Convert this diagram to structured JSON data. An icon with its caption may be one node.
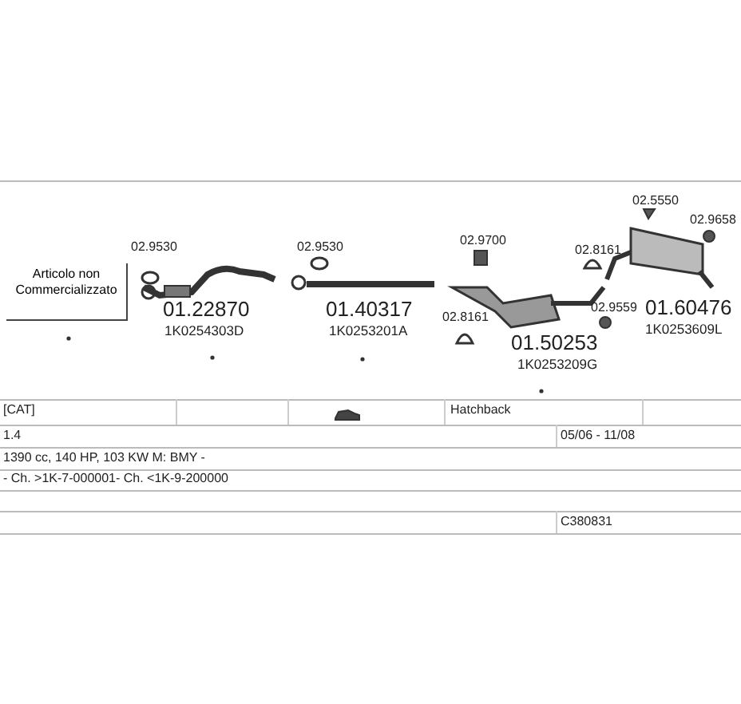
{
  "diagram": {
    "nodes": [
      {
        "text": [
          "Articolo non Commercializzato"
        ]
      }
    ],
    "labels": [
      "02.9530",
      "02.9530",
      "02.5550",
      "02.9658",
      "02.9700",
      "02.8161",
      "02.8161",
      "01.22870",
      "1K0254303D",
      "01.40317",
      "1K0253201A",
      "01.60476",
      "1K0253609L",
      "02.9559",
      "01.50253",
      "1K0253209G",
      "[CAT]",
      "Hatchback",
      "1.4",
      "05/06 - 11/08",
      "1390 cc, 140 HP, 103 KW M: BMY -",
      "- Ch. >1K-7-000001- Ch. <1K-9-200000",
      "C380831"
    ]
  }
}
